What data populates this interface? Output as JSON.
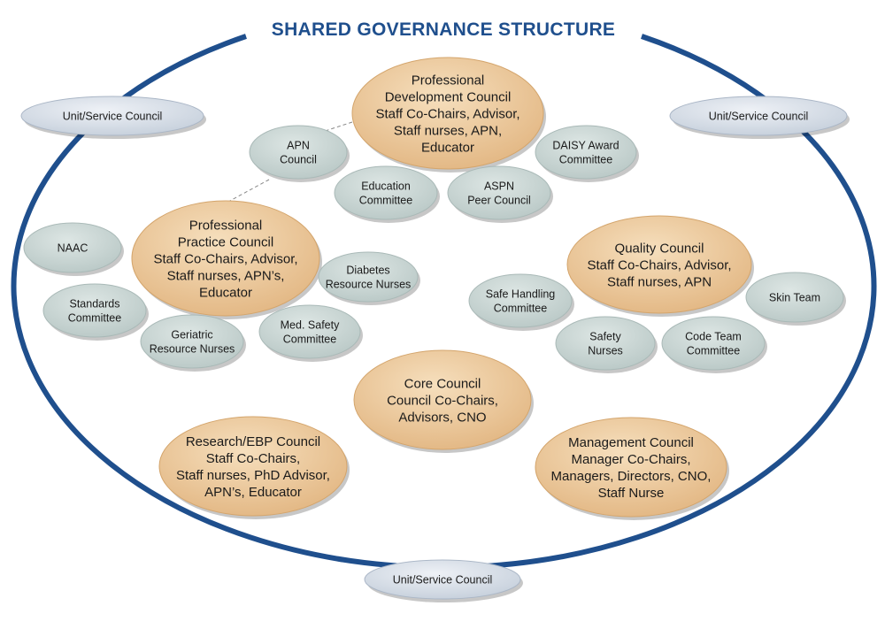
{
  "title": "SHARED GOVERNANCE STRUCTURE",
  "colors": {
    "ring": "#1f4f8d",
    "title": "#1f4f8d",
    "council": "#ecc99c",
    "committee": "#c9d6d4",
    "unit": "#d8dfe8"
  },
  "nodes": {
    "unit_top_left": {
      "kind": "unit",
      "lines": [
        "Unit/Service Council"
      ]
    },
    "unit_top_right": {
      "kind": "unit",
      "lines": [
        "Unit/Service Council"
      ]
    },
    "unit_bottom": {
      "kind": "unit",
      "lines": [
        "Unit/Service Council"
      ]
    },
    "professional_development": {
      "kind": "council",
      "lines": [
        "Professional",
        "Development Council",
        "Staff Co-Chairs, Advisor,",
        "Staff nurses, APN,",
        "Educator"
      ]
    },
    "apn": {
      "kind": "committee",
      "lines": [
        "APN",
        "Council"
      ]
    },
    "daisy": {
      "kind": "committee",
      "lines": [
        "DAISY Award",
        "Committee"
      ]
    },
    "education": {
      "kind": "committee",
      "lines": [
        "Education",
        "Committee"
      ]
    },
    "aspn": {
      "kind": "committee",
      "lines": [
        "ASPN",
        "Peer Council"
      ]
    },
    "professional_practice": {
      "kind": "council",
      "lines": [
        "Professional",
        "Practice Council",
        "Staff Co-Chairs, Advisor,",
        "Staff nurses, APN’s,",
        "Educator"
      ]
    },
    "naac": {
      "kind": "committee",
      "lines": [
        "NAAC"
      ]
    },
    "diabetes": {
      "kind": "committee",
      "lines": [
        "Diabetes",
        "Resource Nurses"
      ]
    },
    "standards": {
      "kind": "committee",
      "lines": [
        "Standards",
        "Committee"
      ]
    },
    "geriatric": {
      "kind": "committee",
      "lines": [
        "Geriatric",
        "Resource Nurses"
      ]
    },
    "med_safety": {
      "kind": "committee",
      "lines": [
        "Med. Safety",
        "Committee"
      ]
    },
    "quality": {
      "kind": "council",
      "lines": [
        "Quality Council",
        "Staff Co-Chairs, Advisor,",
        "Staff nurses, APN"
      ]
    },
    "safe_handling": {
      "kind": "committee",
      "lines": [
        "Safe Handling",
        "Committee"
      ]
    },
    "skin_team": {
      "kind": "committee",
      "lines": [
        "Skin Team"
      ]
    },
    "safety_nurses": {
      "kind": "committee",
      "lines": [
        "Safety",
        "Nurses"
      ]
    },
    "code_team": {
      "kind": "committee",
      "lines": [
        "Code Team",
        "Committee"
      ]
    },
    "core": {
      "kind": "council",
      "lines": [
        "Core Council",
        "Council Co-Chairs,",
        "Advisors, CNO"
      ]
    },
    "research": {
      "kind": "council",
      "lines": [
        "Research/EBP Council",
        "Staff Co-Chairs,",
        "Staff nurses, PhD Advisor,",
        "APN’s, Educator"
      ]
    },
    "management": {
      "kind": "council",
      "lines": [
        "Management Council",
        "Manager Co-Chairs,",
        "Managers, Directors, CNO,",
        "Staff Nurse"
      ]
    }
  }
}
